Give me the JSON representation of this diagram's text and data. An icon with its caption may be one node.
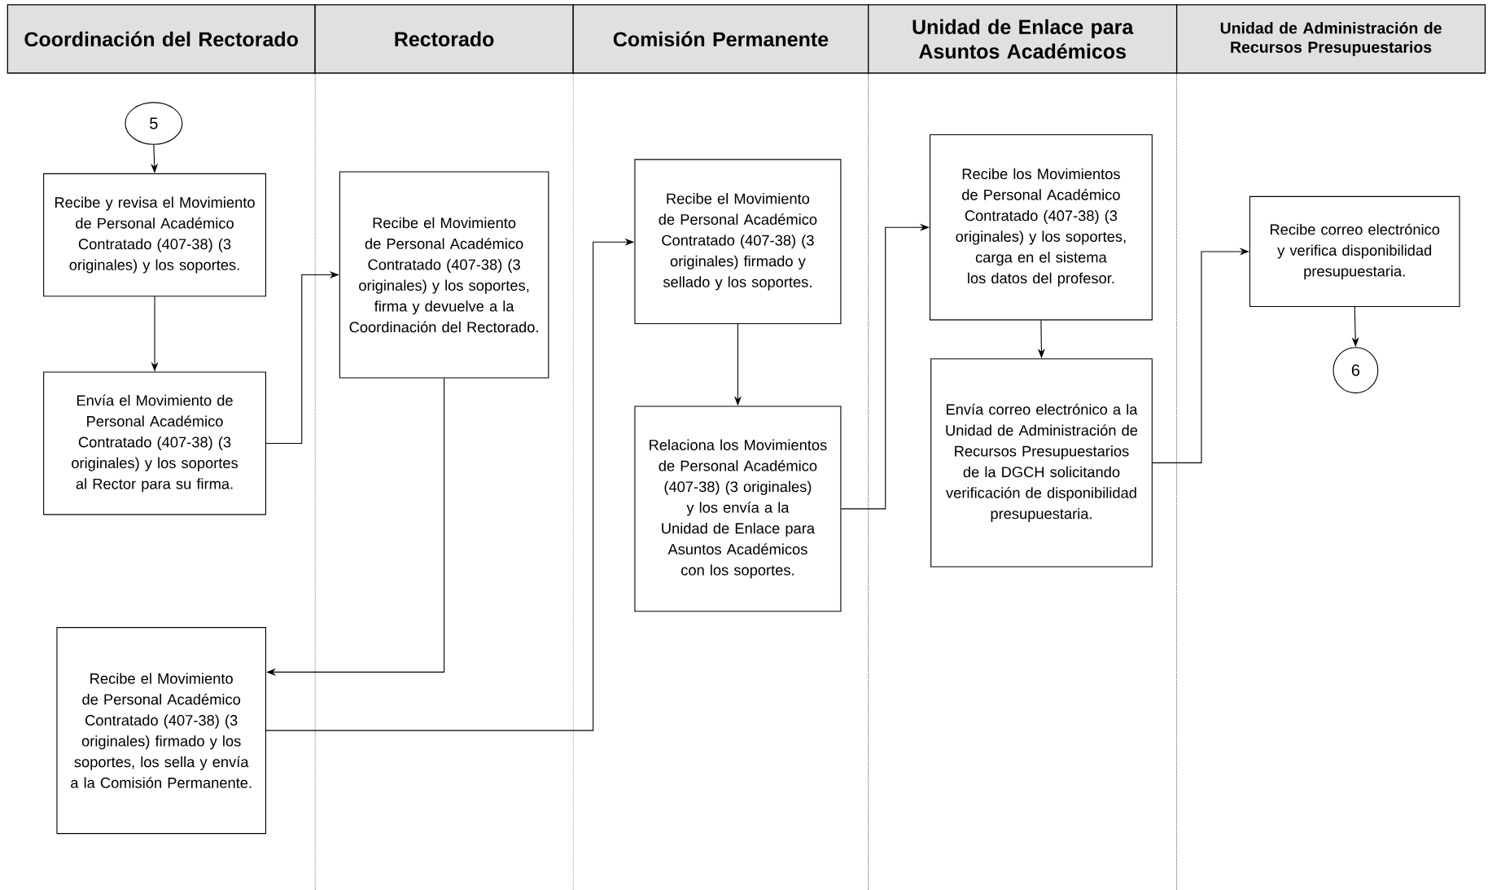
{
  "diagram": {
    "nodes": [
      {
        "text": [
          "Coordinación del Rectorado"
        ]
      },
      {
        "text": [
          "Rectorado"
        ]
      },
      {
        "text": [
          "Comisión Permanente"
        ]
      },
      {
        "text": [
          "Unidad de Enlace para Asuntos Académicos"
        ]
      },
      {
        "text": [
          "Unidad de Administración de Recursos Presupuestarios"
        ]
      },
      {
        "text": [
          "5"
        ]
      },
      {
        "text": [
          "Recibe y revisa el Movimiento de Personal Académico Contratado (407-38) (3 originales) y los soportes."
        ]
      },
      {
        "text": [
          "Envía el Movimiento de Personal Académico Contratado (407-38) (3 originales)  y los soportes  al Rector para su firma."
        ]
      },
      {
        "text": [
          "Recibe el Movimiento de Personal Académico Contratado (407-38) (3 originales)   y los soportes, firma y devuelve a la Coordinación del Rectorado."
        ]
      },
      {
        "text": [
          "Recibe el Movimiento de Personal Académico Contratado (407-38) (3 originales) firmado y los soportes, los sella y envía a la Comisión Permanente."
        ]
      },
      {
        "text": [
          "Recibe el Movimiento de Personal Académico Contratado (407-38) (3 originales) firmado y sellado  y los soportes."
        ]
      },
      {
        "text": [
          "Relaciona los Movimientos de Personal Académico (407-38) (3 originales) y los envía a la Unidad de Enlace para Asuntos Académicos con los soportes."
        ]
      },
      {
        "text": [
          "Recibe los Movimientos de Personal Académico Contratado (407-38) (3 originales) y los soportes, carga en el sistema los datos del profesor."
        ]
      },
      {
        "text": [
          "Envía correo electrónico a la Unidad de Administración de Recursos Presupuestarios de la DGCH solicitando verificación de disponibilidad presupuestaria."
        ]
      },
      {
        "text": [
          "Recibe correo electrónico y verifica disponibilidad presupuestaria."
        ]
      },
      {
        "text": [
          "6"
        ]
      }
    ],
    "edges": [
      {
        "from": 5,
        "to": 6,
        "arrow": "to"
      },
      {
        "from": 6,
        "to": 7,
        "arrow": "to"
      },
      {
        "from": 7,
        "to": 8,
        "arrow": "to"
      },
      {
        "from": 8,
        "to": 9,
        "arrow": "to"
      },
      {
        "from": 9,
        "to": 10,
        "arrow": "to"
      },
      {
        "from": 10,
        "to": 11,
        "arrow": "to"
      },
      {
        "from": 11,
        "to": 12,
        "arrow": "to"
      },
      {
        "from": 12,
        "to": 13,
        "arrow": "to"
      },
      {
        "from": 13,
        "to": 14,
        "arrow": "to"
      },
      {
        "from": 14,
        "to": 15,
        "arrow": "to"
      }
    ]
  }
}
